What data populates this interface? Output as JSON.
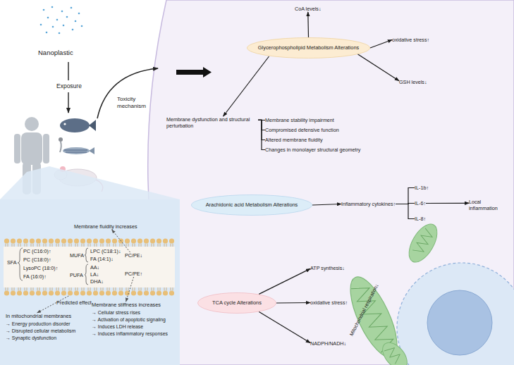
{
  "diagram": {
    "nodes": [
      {
        "text": [
          "Glycerophospholipid Metabolism Alterations"
        ]
      },
      {
        "text": [
          "CoA levels↓"
        ]
      },
      {
        "text": [
          "oxidative stress↑"
        ]
      },
      {
        "text": [
          "GSH levels↓"
        ]
      },
      {
        "text": [
          "Membrane dysfunction and structural perturbation"
        ]
      },
      {
        "text": [
          "Membrane stability impairment"
        ]
      },
      {
        "text": [
          "Compromised defensive function"
        ]
      },
      {
        "text": [
          "Altered membrane fluidity"
        ]
      },
      {
        "text": [
          "Changes in monolayer structural geometry"
        ]
      },
      {
        "text": [
          "Arachidonic acid Metabolism Alterations"
        ]
      },
      {
        "text": [
          "Inflammatory cytokines↑"
        ]
      },
      {
        "text": [
          "IL-1b↑"
        ]
      },
      {
        "text": [
          "IL-6↑"
        ]
      },
      {
        "text": [
          "IL-8↑"
        ]
      },
      {
        "text": [
          "Local inflammation"
        ]
      },
      {
        "text": [
          "TCA cycle Alterations"
        ]
      },
      {
        "text": [
          "ATP synthesis↓"
        ]
      },
      {
        "text": [
          "oxidative stress↑"
        ]
      },
      {
        "text": [
          "NADPH/NADH↓"
        ]
      },
      {
        "text": [
          "Membrane fluidity increases"
        ]
      },
      {
        "text": [
          "SFA",
          "PC (C16:0)↑",
          "PC (C18:0)↑",
          "LysoPC (18:0)↑",
          "FA (16:0)↑",
          "MUFA",
          "LPC (C18:1)↓",
          "FA (14:1)↓",
          "PUFA",
          "AA↓",
          "LA↓",
          "DHA↓"
        ]
      },
      {
        "text": [
          "PC/PE↓"
        ],
        "in": 20
      },
      {
        "text": [
          "PC/PE↑"
        ],
        "in": 20
      },
      {
        "text": [
          "In mitochondrial membranes",
          "→ Energy production disorder",
          "→ Disrupted cellular metabolism",
          "→ Synaptic dysfunction"
        ]
      },
      {
        "text": [
          "Membrane stiffness increases",
          "→ Cellular stress rises",
          "→ Activation of apoptotic signaling",
          "→ Induces LDH release",
          "→ Induces inflammatory responses"
        ]
      }
    ],
    "edges": [
      {
        "from": 0,
        "to": 1,
        "arrow": "to"
      },
      {
        "from": 0,
        "to": 2,
        "arrow": "to"
      },
      {
        "from": 0,
        "to": 3,
        "arrow": "to"
      },
      {
        "from": 0,
        "to": 4,
        "arrow": "to"
      },
      {
        "from": 4,
        "to": 5,
        "arrow": "none"
      },
      {
        "from": 4,
        "to": 6,
        "arrow": "none"
      },
      {
        "from": 4,
        "to": 7,
        "arrow": "none"
      },
      {
        "from": 4,
        "to": 8,
        "arrow": "none"
      },
      {
        "from": 9,
        "to": 10,
        "arrow": "to"
      },
      {
        "from": 10,
        "to": 11,
        "arrow": "none"
      },
      {
        "from": 10,
        "to": 12,
        "arrow": "none"
      },
      {
        "from": 10,
        "to": 13,
        "arrow": "none"
      },
      {
        "from": 12,
        "to": 14,
        "arrow": "to"
      },
      {
        "from": 15,
        "to": 16,
        "arrow": "to"
      },
      {
        "from": 15,
        "to": 17,
        "arrow": "to"
      },
      {
        "from": 15,
        "to": 18,
        "arrow": "to"
      },
      {
        "from": 21,
        "to": 19,
        "arrow": "to"
      },
      {
        "from": 20,
        "to": 23,
        "label": "Predicted effect",
        "arrow": "to"
      },
      {
        "from": 22,
        "to": 24,
        "arrow": "to"
      }
    ],
    "labels": [
      "Nanoplastic",
      "Exposure",
      "Toxicity mechanism",
      "Mitochondrial respiration↓"
    ]
  }
}
